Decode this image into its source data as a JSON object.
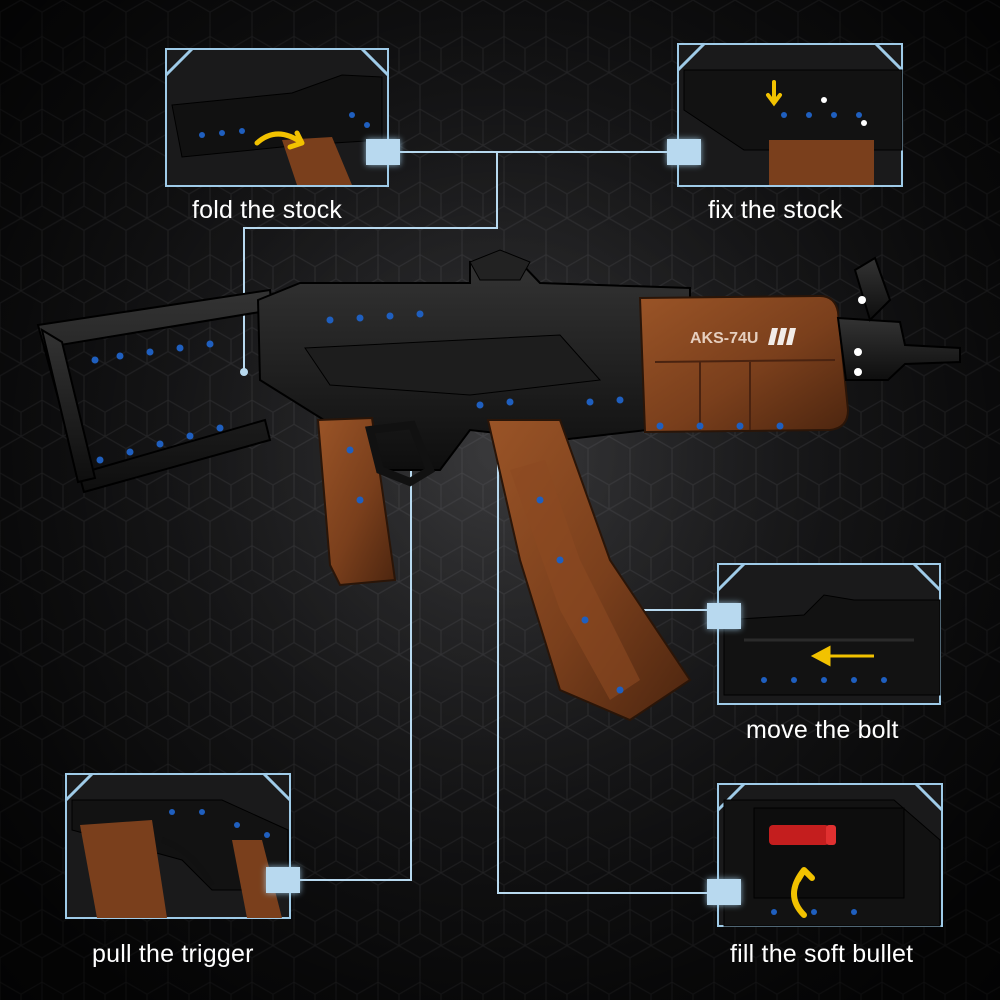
{
  "product": {
    "model_label": "AKS-74U",
    "colors": {
      "body": "#151515",
      "wood": "#7a3f1c",
      "pin_blue": "#1f5fbf",
      "frame": "#9fcbe8",
      "arrow": "#f2c200"
    }
  },
  "features": [
    {
      "id": "fold",
      "caption": "fold the stock",
      "icon": "curved-arrow-icon"
    },
    {
      "id": "fix",
      "caption": "fix the stock",
      "icon": "down-arrow-icon"
    },
    {
      "id": "bolt",
      "caption": "move the bolt",
      "icon": "left-arrow-icon"
    },
    {
      "id": "trigger",
      "caption": "pull the trigger",
      "icon": ""
    },
    {
      "id": "bullet",
      "caption": "fill the soft bullet",
      "icon": "curved-up-arrow-icon"
    }
  ]
}
